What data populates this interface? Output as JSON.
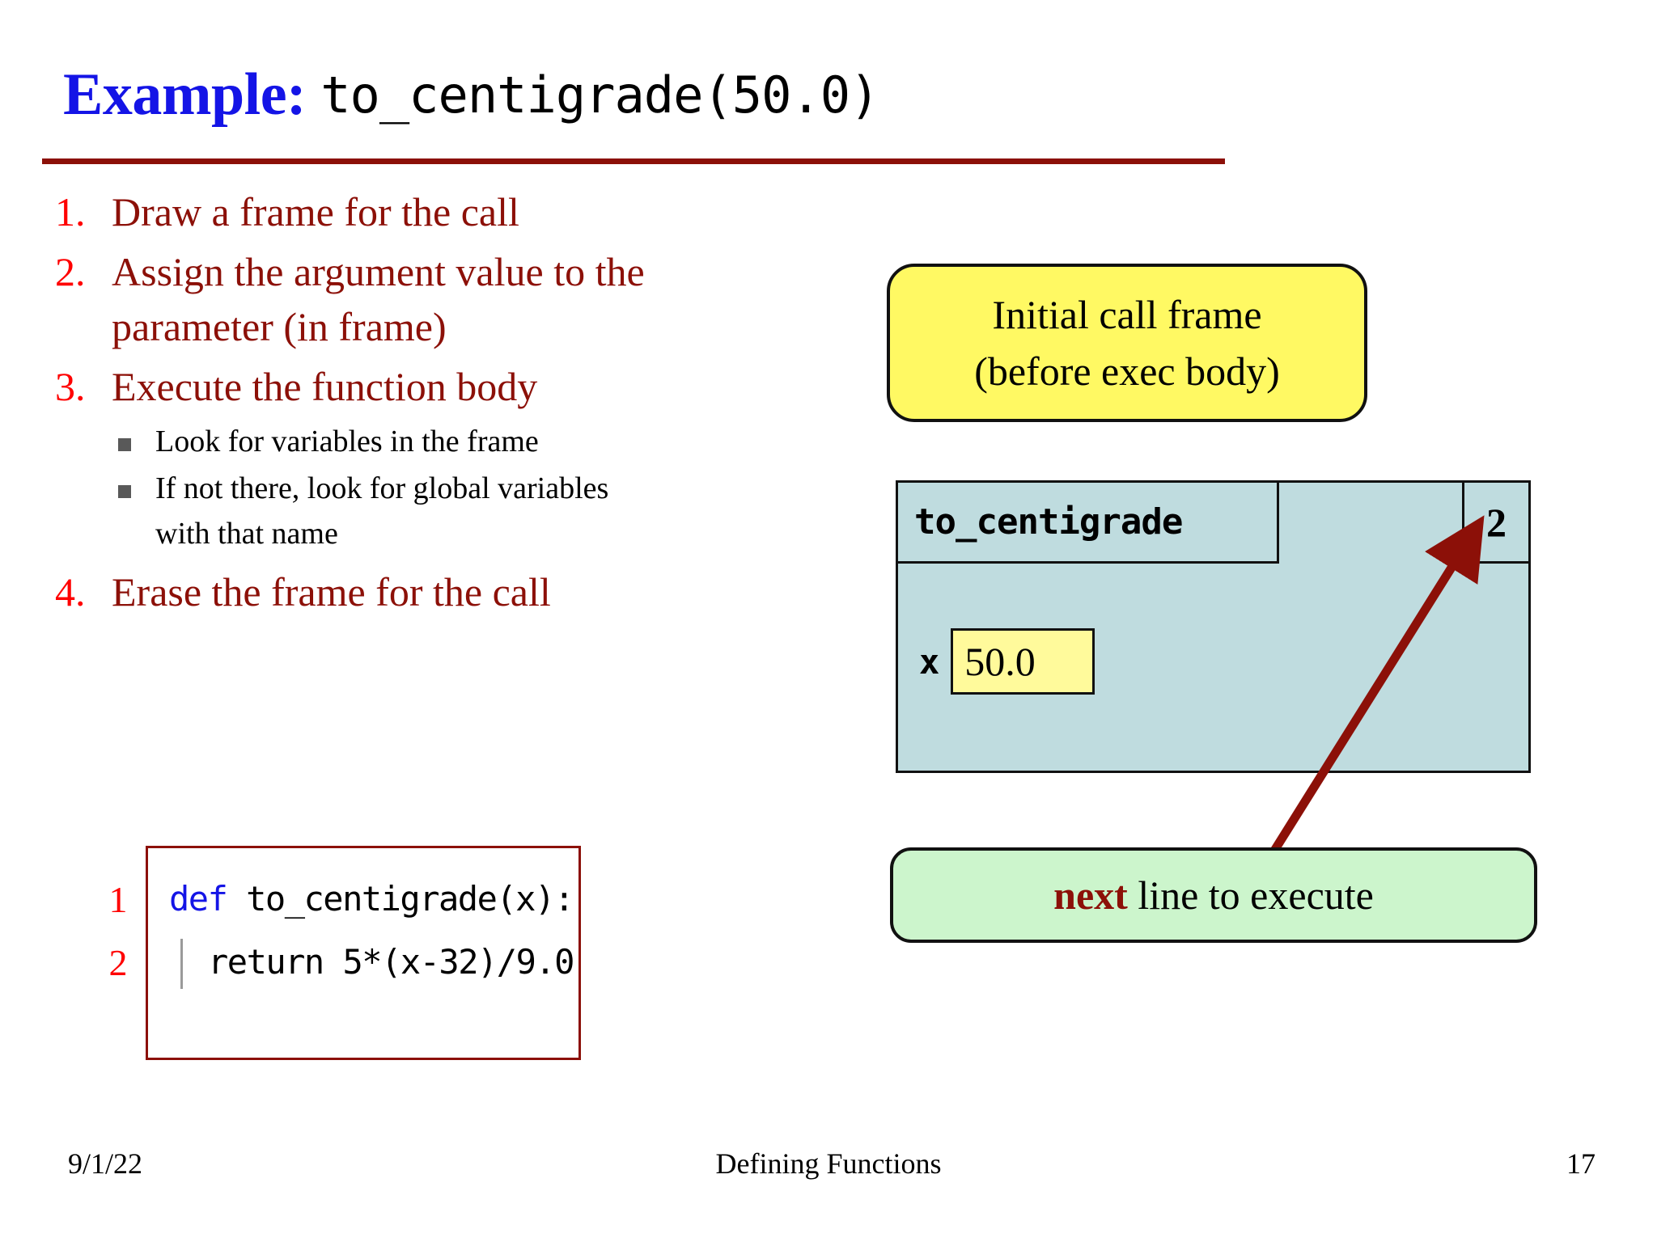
{
  "slide": {
    "title": {
      "prefix": "Example:",
      "function_call": "to_centigrade(50.0)",
      "prefix_color": "#1414E6",
      "rule_color": "#8C1008"
    },
    "steps": [
      {
        "number": "1.",
        "text": "Draw a frame for the call",
        "substeps": []
      },
      {
        "number": "2.",
        "text": "Assign the argument value to the parameter (in frame)",
        "substeps": []
      },
      {
        "number": "3.",
        "text": "Execute the function body",
        "substeps": [
          "Look for variables in the frame",
          "If not there, look for global variables with that name"
        ]
      },
      {
        "number": "4.",
        "text": "Erase the frame for the call",
        "substeps": []
      }
    ],
    "code_block": {
      "line_numbers": [
        "1",
        "2"
      ],
      "lines": [
        {
          "keyword": "def",
          "rest": " to_centigrade(x):"
        },
        {
          "keyword": "",
          "rest": "return 5*(x-32)/9.0"
        }
      ],
      "border_color": "#8C1008",
      "keyword_color": "#1414E6",
      "number_color": "#FF0000"
    },
    "callout_yellow": {
      "line1": "Initial call frame",
      "line2": "(before exec body)",
      "fill": "#FFF963"
    },
    "call_frame": {
      "function_name": "to_centigrade",
      "line_counter": "2",
      "variable_name": "x",
      "variable_value": "50.0",
      "fill": "#BFDCDF",
      "value_fill": "#FFFA9B"
    },
    "callout_green": {
      "emphasis": "next",
      "text": " line to execute",
      "fill": "#CCF5CC",
      "emphasis_color": "#8C1008"
    },
    "arrow": {
      "color": "#8C1008",
      "points_from": "next line to execute",
      "points_to": "line counter 2"
    },
    "footer": {
      "date": "9/1/22",
      "center": "Defining Functions",
      "page": "17"
    }
  }
}
